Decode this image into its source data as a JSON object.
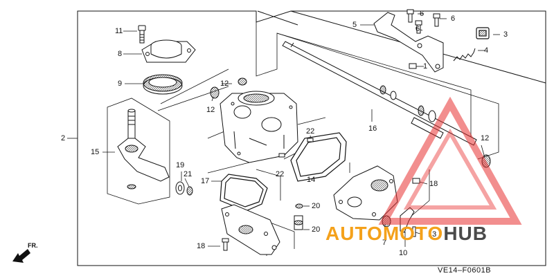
{
  "labels": {
    "l1": "1",
    "l2": "2",
    "l3": "3",
    "l4": "4",
    "l5": "5",
    "l6a": "6",
    "l6b": "6",
    "l6c": "6",
    "l7": "7",
    "l8": "8",
    "l9": "9",
    "l10": "10",
    "l11": "11",
    "l12a": "12",
    "l12b": "12",
    "l12c": "12",
    "l13": "13",
    "l14": "14",
    "l15": "15",
    "l16": "16",
    "l17": "17",
    "l18a": "18",
    "l18b": "18",
    "l19": "19",
    "l20a": "20",
    "l20b": "20",
    "l21": "21",
    "l22a": "22",
    "l22b": "22"
  },
  "figure_code": "VE14–F0601B",
  "direction_label": "FR.",
  "watermark": {
    "part1": "AUTO",
    "part2": "MOTO",
    "part3": "HUB",
    "accent_color": "#f4a11b",
    "dark_color": "#4a4a4a",
    "triangle_color": "#e83232"
  }
}
